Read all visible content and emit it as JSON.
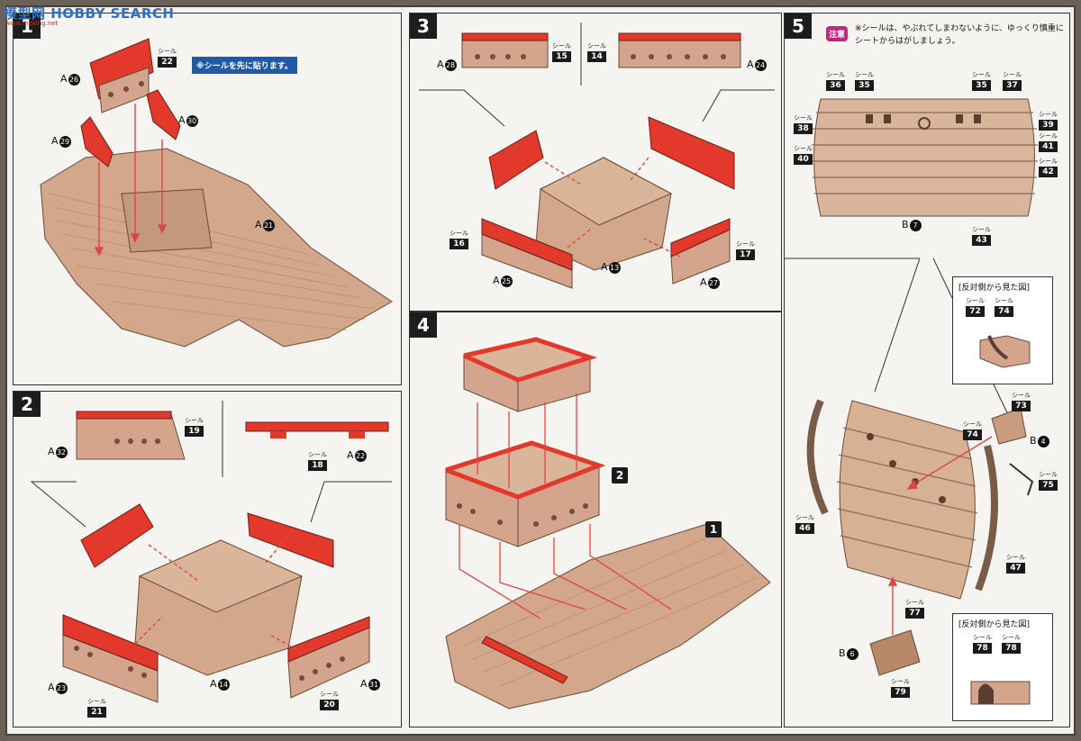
{
  "header": {
    "watermark": "模型网 HOBBY SEARCH",
    "watermark_sub": "www.moxing.net"
  },
  "colors": {
    "part_red": "#e3392d",
    "part_tan": "#d4a58c",
    "deck_tan": "#cfa487",
    "arrow": "#e04545",
    "wood_dark": "#8c6a52"
  },
  "seal_word": "シール",
  "step1": {
    "number": "1",
    "note": "※シールを先に貼ります。",
    "parts": {
      "a26": "A",
      "a26n": "26",
      "a29": "A",
      "a29n": "29",
      "a30": "A",
      "a30n": "30",
      "a21": "A",
      "a21n": "21"
    },
    "seals": {
      "s22": "22"
    }
  },
  "step2": {
    "number": "2",
    "parts": {
      "a32": "A",
      "a32n": "32",
      "a22": "A",
      "a22n": "22",
      "a23": "A",
      "a23n": "23",
      "a14": "A",
      "a14n": "14",
      "a31": "A",
      "a31n": "31"
    },
    "seals": {
      "s19": "19",
      "s18": "18",
      "s21": "21",
      "s20": "20"
    }
  },
  "step3": {
    "number": "3",
    "parts": {
      "a28": "A",
      "a28n": "28",
      "a24": "A",
      "a24n": "24",
      "a25": "A",
      "a25n": "25",
      "a13": "A",
      "a13n": "13",
      "a27": "A",
      "a27n": "27"
    },
    "seals": {
      "s15": "15",
      "s14": "14",
      "s16": "16",
      "s17": "17"
    }
  },
  "step4": {
    "number": "4",
    "sub1": "1",
    "sub2": "2"
  },
  "step5": {
    "number": "5",
    "caution_badge": "注意",
    "caution_line1": "※シールは、やぶれてしまわないように、ゆっくり慎重に",
    "caution_line2": "シートからはがしましょう。",
    "parts": {
      "b7": "B",
      "b7n": "7",
      "b4": "B",
      "b4n": "4",
      "b6": "B",
      "b6n": "6"
    },
    "seals": {
      "s36": "36",
      "s35a": "35",
      "s35b": "35",
      "s37": "37",
      "s38": "38",
      "s39": "39",
      "s40": "40",
      "s41": "41",
      "s42": "42",
      "s43": "43",
      "s72": "72",
      "s74a": "74",
      "s73": "73",
      "s74b": "74",
      "s75": "75",
      "s46": "46",
      "s47": "47",
      "s77": "77",
      "s79": "79",
      "s78a": "78",
      "s78b": "78"
    },
    "inset_title": "[反対側から見た図]"
  }
}
